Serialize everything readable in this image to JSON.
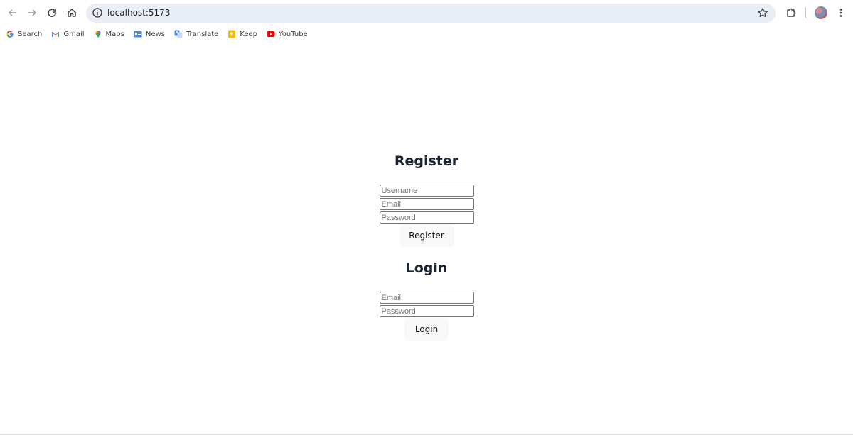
{
  "browser": {
    "url": "localhost:5173",
    "bookmarks": [
      {
        "label": "Search",
        "icon": "google-icon"
      },
      {
        "label": "Gmail",
        "icon": "gmail-icon"
      },
      {
        "label": "Maps",
        "icon": "maps-icon"
      },
      {
        "label": "News",
        "icon": "news-icon"
      },
      {
        "label": "Translate",
        "icon": "translate-icon"
      },
      {
        "label": "Keep",
        "icon": "keep-icon"
      },
      {
        "label": "YouTube",
        "icon": "youtube-icon"
      }
    ]
  },
  "register": {
    "title": "Register",
    "username_placeholder": "Username",
    "email_placeholder": "Email",
    "password_placeholder": "Password",
    "button_label": "Register"
  },
  "login": {
    "title": "Login",
    "email_placeholder": "Email",
    "password_placeholder": "Password",
    "button_label": "Login"
  },
  "colors": {
    "omnibox_bg": "#e9edf5",
    "heading": "#1a2433",
    "button_bg": "#f8f8f8"
  }
}
